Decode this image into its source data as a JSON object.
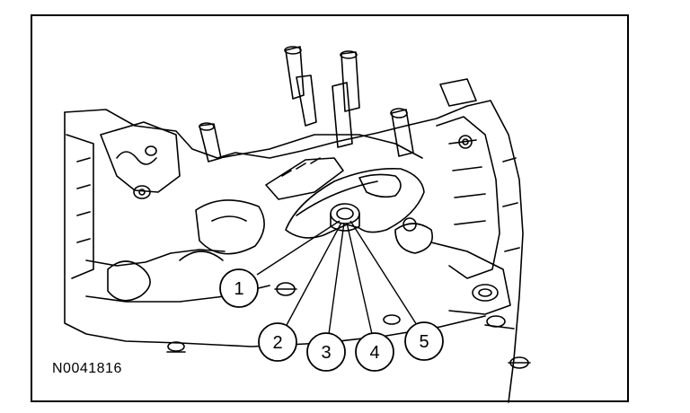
{
  "figure_id": "N0041816",
  "callouts": [
    {
      "label": "1"
    },
    {
      "label": "2"
    },
    {
      "label": "3"
    },
    {
      "label": "4"
    },
    {
      "label": "5"
    }
  ],
  "colors": {
    "line": "#000000",
    "background": "#ffffff"
  }
}
